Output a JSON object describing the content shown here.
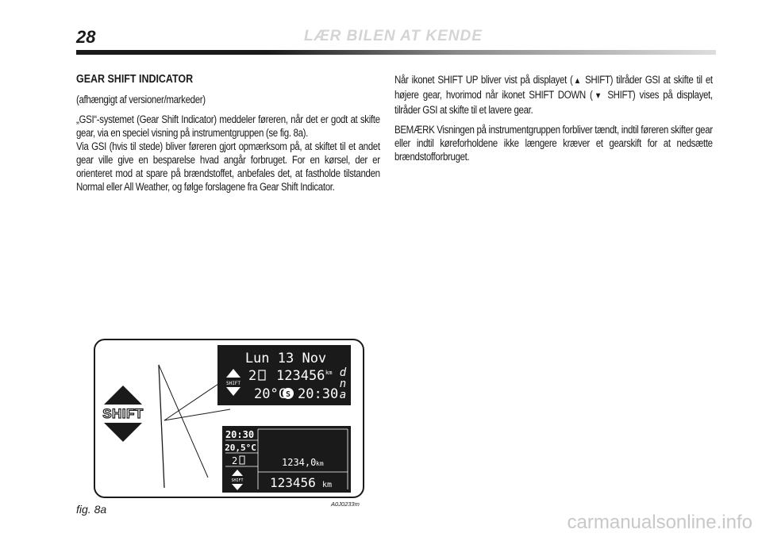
{
  "header": {
    "page_number": "28",
    "running_title": "LÆR BILEN AT KENDE"
  },
  "left_column": {
    "title": "GEAR SHIFT INDICATOR",
    "subtitle": "(afhængigt af versioner/markeder)",
    "para1": "„GSI“-systemet (Gear Shift Indicator) meddeler føreren, når det er godt at skifte gear, via en speciel visning på instrumentgrup­pen (se fig. 8a).",
    "para2": "Via GSI (hvis til stede) bliver føreren gjort opmærksom på, at skiftet til et andet gear ville give en besparelse hvad angår for­bruget. For en kørsel, der er orienteret mod at spare på brænd­stoffet, anbefales det, at fastholde tilstanden Normal eller All We­ather, og følge forslagene fra Gear Shift Indicator."
  },
  "right_column": {
    "para1_a": "Når ikonet SHIFT UP bliver vist på displayet (",
    "para1_b": " SHIFT) tilråder GSI at skifte til et højere gear, hvorimod når ikonet SHIFT DOWN (",
    "para1_c": " SHIFT) vises på displayet, tilråder GSI at skifte til et lavere gear.",
    "para2": "BEMÆRK Visningen på instrumentgruppen forbliver tændt, indtil føreren skifter gear eller indtil køreforholdene ikke længere kræ­ver et gearskift for at nedsætte brændstofforbruget.",
    "up_icon": "triangle-up-icon",
    "down_icon": "triangle-down-icon"
  },
  "figure": {
    "shift_label": "SHIFT",
    "display1": {
      "date": "Lun 13 Nov",
      "gear": "2",
      "odometer": "123456",
      "odo_unit": "km",
      "temperature": "20°C",
      "mode_icon": "S",
      "time": "20:30",
      "mode_letters": [
        "d",
        "n",
        "a"
      ],
      "shift_label": "SHIFT"
    },
    "display2": {
      "time": "20:30",
      "temperature": "20,5°C",
      "gear": "2",
      "trip": "1234,0",
      "trip_unit": "km",
      "odometer": "123456",
      "odo_unit": "km",
      "shift_label": "SHIFT"
    },
    "caption": "fig. 8a",
    "code": "A0J0233m"
  },
  "footer": {
    "url": "carmanualsonline.info"
  }
}
